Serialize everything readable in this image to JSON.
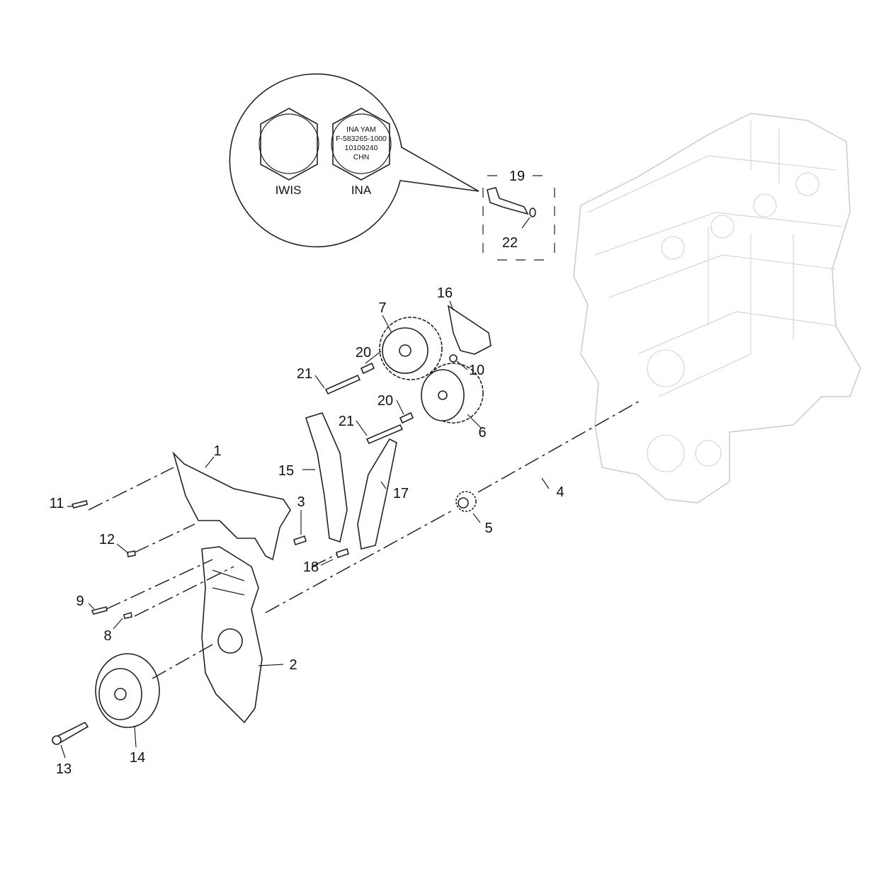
{
  "diagram": {
    "callout": {
      "left_label": "IWIS",
      "right_label": "INA",
      "ina_marking": [
        "INA YAM",
        "F-583265-1000",
        "10109240",
        "CHN"
      ]
    },
    "part_labels": {
      "p1": "1",
      "p2": "2",
      "p3": "3",
      "p4": "4",
      "p5": "5",
      "p6": "6",
      "p7": "7",
      "p8": "8",
      "p9": "9",
      "p10": "10",
      "p11": "11",
      "p12": "12",
      "p13": "13",
      "p14": "14",
      "p15": "15",
      "p16": "16",
      "p17": "17",
      "p18": "18",
      "p19": "19",
      "p20a": "20",
      "p20b": "20",
      "p21a": "21",
      "p21b": "21",
      "p22": "22"
    }
  }
}
